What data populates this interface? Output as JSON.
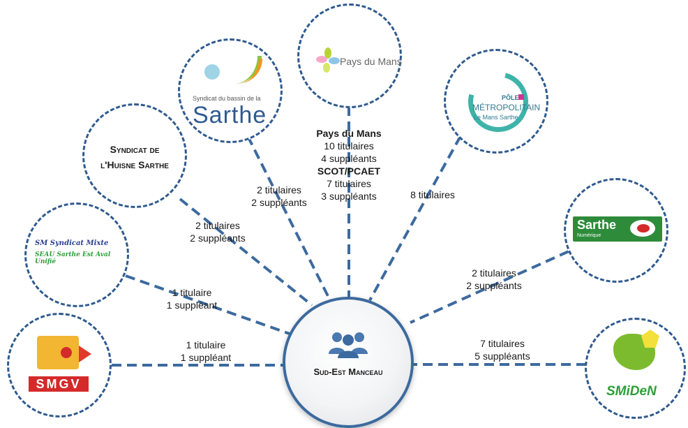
{
  "center": {
    "title": "Sud-Est Manceau",
    "icon": "people-group-icon"
  },
  "nodes": {
    "smgv": {
      "logo": "SMGV"
    },
    "seau": {
      "logo_line1": "SM Syndicat Mixte",
      "logo_line2": "SEAU Sarthe Est Aval Unifié"
    },
    "huisne": {
      "line1": "Syndicat de",
      "line2": "l'Huisne Sarthe"
    },
    "bassin": {
      "caption": "Syndicat du bassin de la",
      "logo": "Sarthe"
    },
    "pays": {
      "logo": "Pays du Mans"
    },
    "pole": {
      "logo_line1": "PÔLE",
      "logo_line2": "MÉTROPOLITAIN",
      "logo_line3": "Le Mans Sarthe"
    },
    "numerique": {
      "logo": "Sarthe",
      "sub": "Numérique"
    },
    "smiden": {
      "logo": "SMiDeN"
    }
  },
  "labels": {
    "smgv": [
      "1 titulaire",
      "1 suppléant"
    ],
    "seau": [
      "1 titulaire",
      "1 suppléant"
    ],
    "huisne": [
      "2 titulaires",
      "2 suppléants"
    ],
    "bassin": [
      "2 titulaires",
      "2 suppléants"
    ],
    "pays": {
      "title1": "Pays du Mans",
      "line1": "10 titulaires",
      "line2": "4 suppléants",
      "title2": "SCOT/PCAET",
      "line3": "7 titulaires",
      "line4": "3 suppléants"
    },
    "pole": [
      "8 titulaires"
    ],
    "numerique": [
      "2 titulaires",
      "2 suppléants"
    ],
    "smiden": [
      "7 titulaires",
      "5 suppléants"
    ]
  },
  "colors": {
    "line": "#2f5a8f",
    "sarthe_green": "#2e9e3a",
    "smgv_red": "#d42a2a",
    "smgv_yellow": "#f2b632"
  }
}
